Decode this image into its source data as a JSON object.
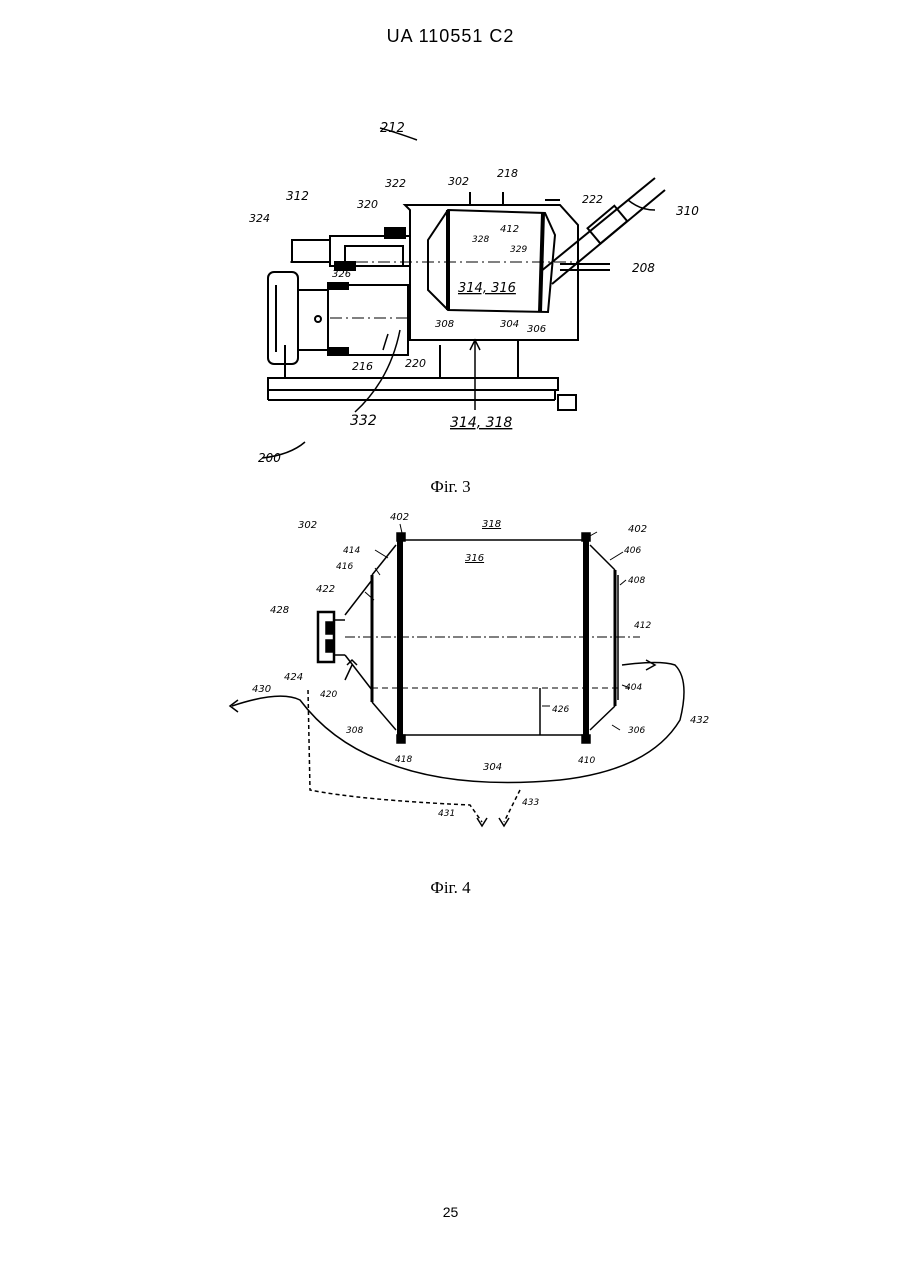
{
  "header": {
    "doc_id": "UA   110551   C2"
  },
  "figure3": {
    "caption": "Фіг. 3",
    "labels": {
      "l212": "212",
      "l302": "302",
      "l218": "218",
      "l222": "222",
      "l310": "310",
      "l322": "322",
      "l312": "312",
      "l320": "320",
      "l324": "324",
      "l412": "412",
      "l328": "328",
      "l329": "329",
      "l208": "208",
      "l326": "326",
      "l314_316": "314, 316",
      "l308": "308",
      "l304": "304",
      "l306": "306",
      "l216": "216",
      "l220": "220",
      "l332": "332",
      "l314_318": "314, 318",
      "l200": "200"
    }
  },
  "figure4": {
    "caption": "Фіг. 4",
    "labels": {
      "l302": "302",
      "l402a": "402",
      "l318": "318",
      "l402b": "402",
      "l316": "316",
      "l414": "414",
      "l406": "406",
      "l416": "416",
      "l408": "408",
      "l422": "422",
      "l428": "428",
      "l412": "412",
      "l424": "424",
      "l404": "404",
      "l430": "430",
      "l420": "420",
      "l426": "426",
      "l432": "432",
      "l308": "308",
      "l306": "306",
      "l418": "418",
      "l304": "304",
      "l410": "410",
      "l431": "431",
      "l433": "433"
    }
  },
  "page_number": "25"
}
